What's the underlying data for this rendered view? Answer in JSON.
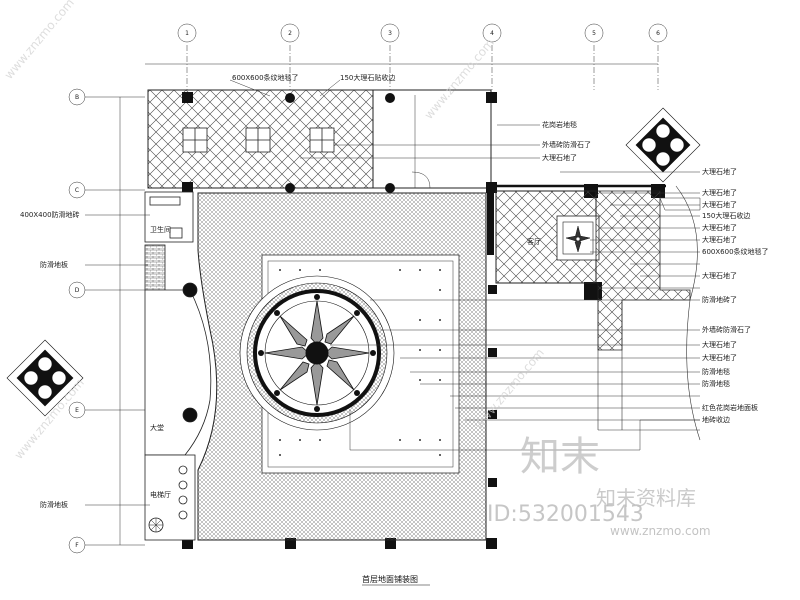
{
  "grid_top": [
    "1",
    "2",
    "3",
    "4",
    "5",
    "6"
  ],
  "grid_left": [
    "B",
    "C",
    "D",
    "E",
    "F"
  ],
  "labels": {
    "top1": "600X600条纹地毯了",
    "top2": "150大理石贴收边",
    "r1": "花岗岩地毯",
    "r2": "外墙砖防滑石了",
    "r3": "大理石地了",
    "r4": "大理石地了",
    "r5": "大理石地了",
    "r6": "大理石地了",
    "r7": "150大理石收边",
    "r8": "大理石地了",
    "r9": "大理石地了",
    "r10": "600X600条纹地毯了",
    "r11": "大理石地了",
    "r12": "防滑地砖了",
    "r13": "外墙砖防滑石了",
    "r14": "大理石地了",
    "r15": "大理石地了",
    "r16": "防滑地毯",
    "r17": "防滑地毯",
    "r18": "红色花岗岩地面板",
    "r19": "地砖收边",
    "l1": "400X400防滑地砖",
    "l2": "防滑地板",
    "l3": "防滑地板",
    "room1": "卫生间",
    "room2": "客厅",
    "room3": "大堂",
    "room4": "电梯厅",
    "title": "首层地面铺装图"
  },
  "watermarks": {
    "brand_cn": "知末",
    "brand_full": "知末资料库",
    "id": "ID:532001543",
    "url": "www.znzmo.com",
    "diag": "www.znzmo.com"
  }
}
